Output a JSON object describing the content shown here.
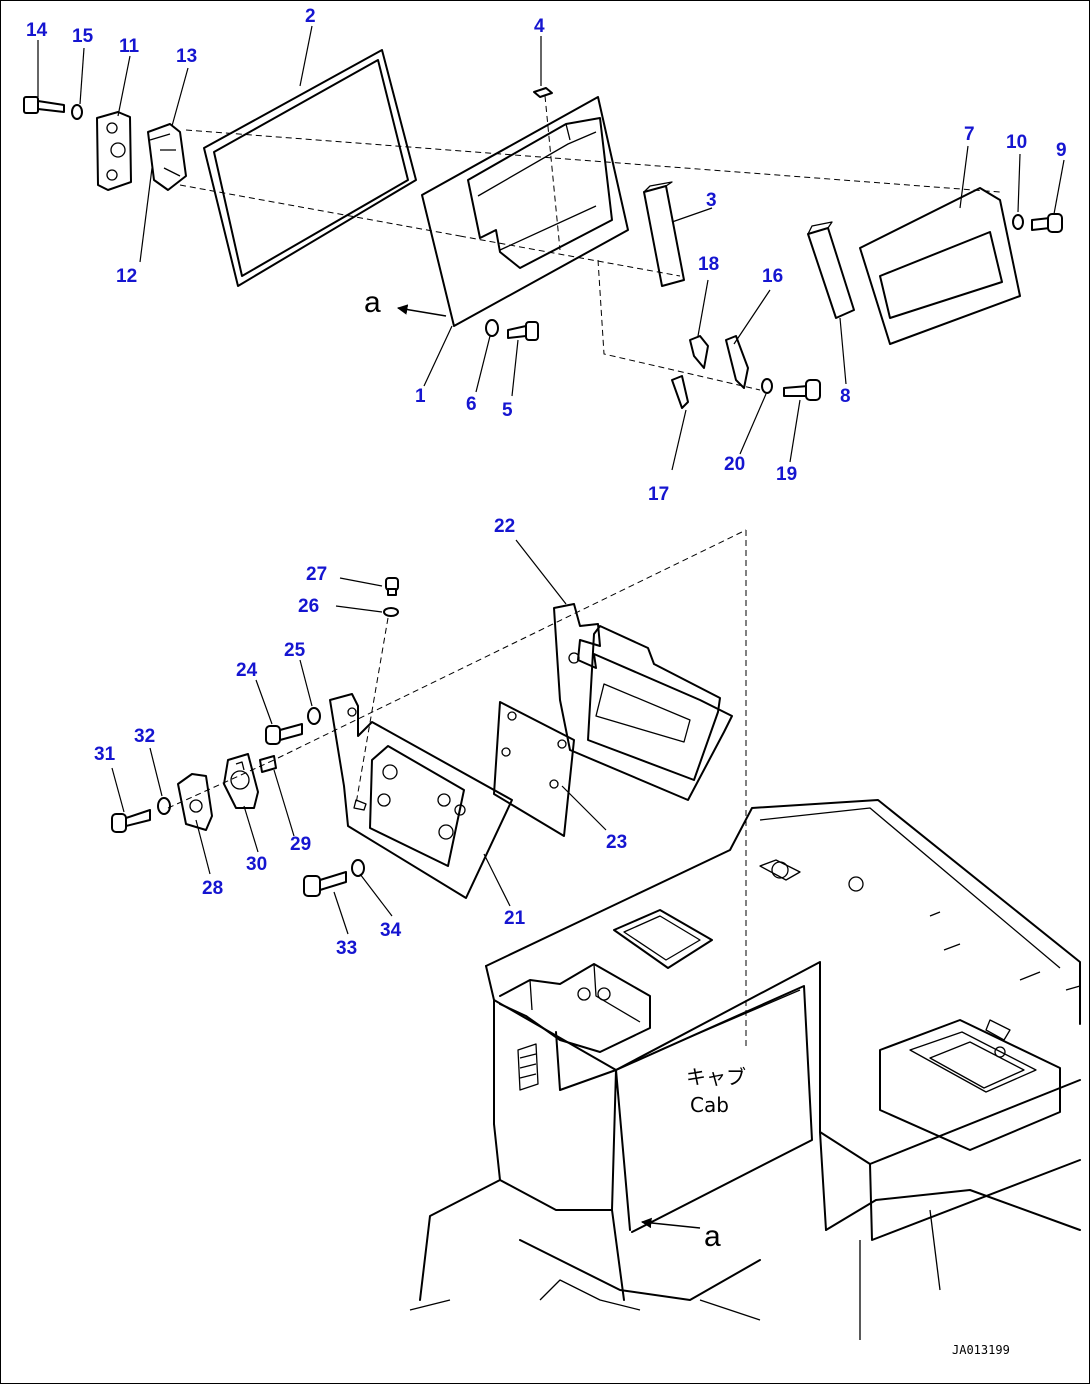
{
  "diagram": {
    "callouts": [
      "1",
      "2",
      "3",
      "4",
      "5",
      "6",
      "7",
      "8",
      "9",
      "10",
      "11",
      "12",
      "13",
      "14",
      "15",
      "16",
      "17",
      "18",
      "19",
      "20",
      "21",
      "22",
      "23",
      "24",
      "25",
      "26",
      "27",
      "28",
      "29",
      "30",
      "31",
      "32",
      "33",
      "34"
    ],
    "view_marker": "a",
    "cab_label_jp": "キャブ",
    "cab_label_en": "Cab",
    "drawing_ref": "JA013199"
  },
  "colors": {
    "callout": "#1515d0",
    "line": "#000000",
    "background": "#ffffff"
  }
}
